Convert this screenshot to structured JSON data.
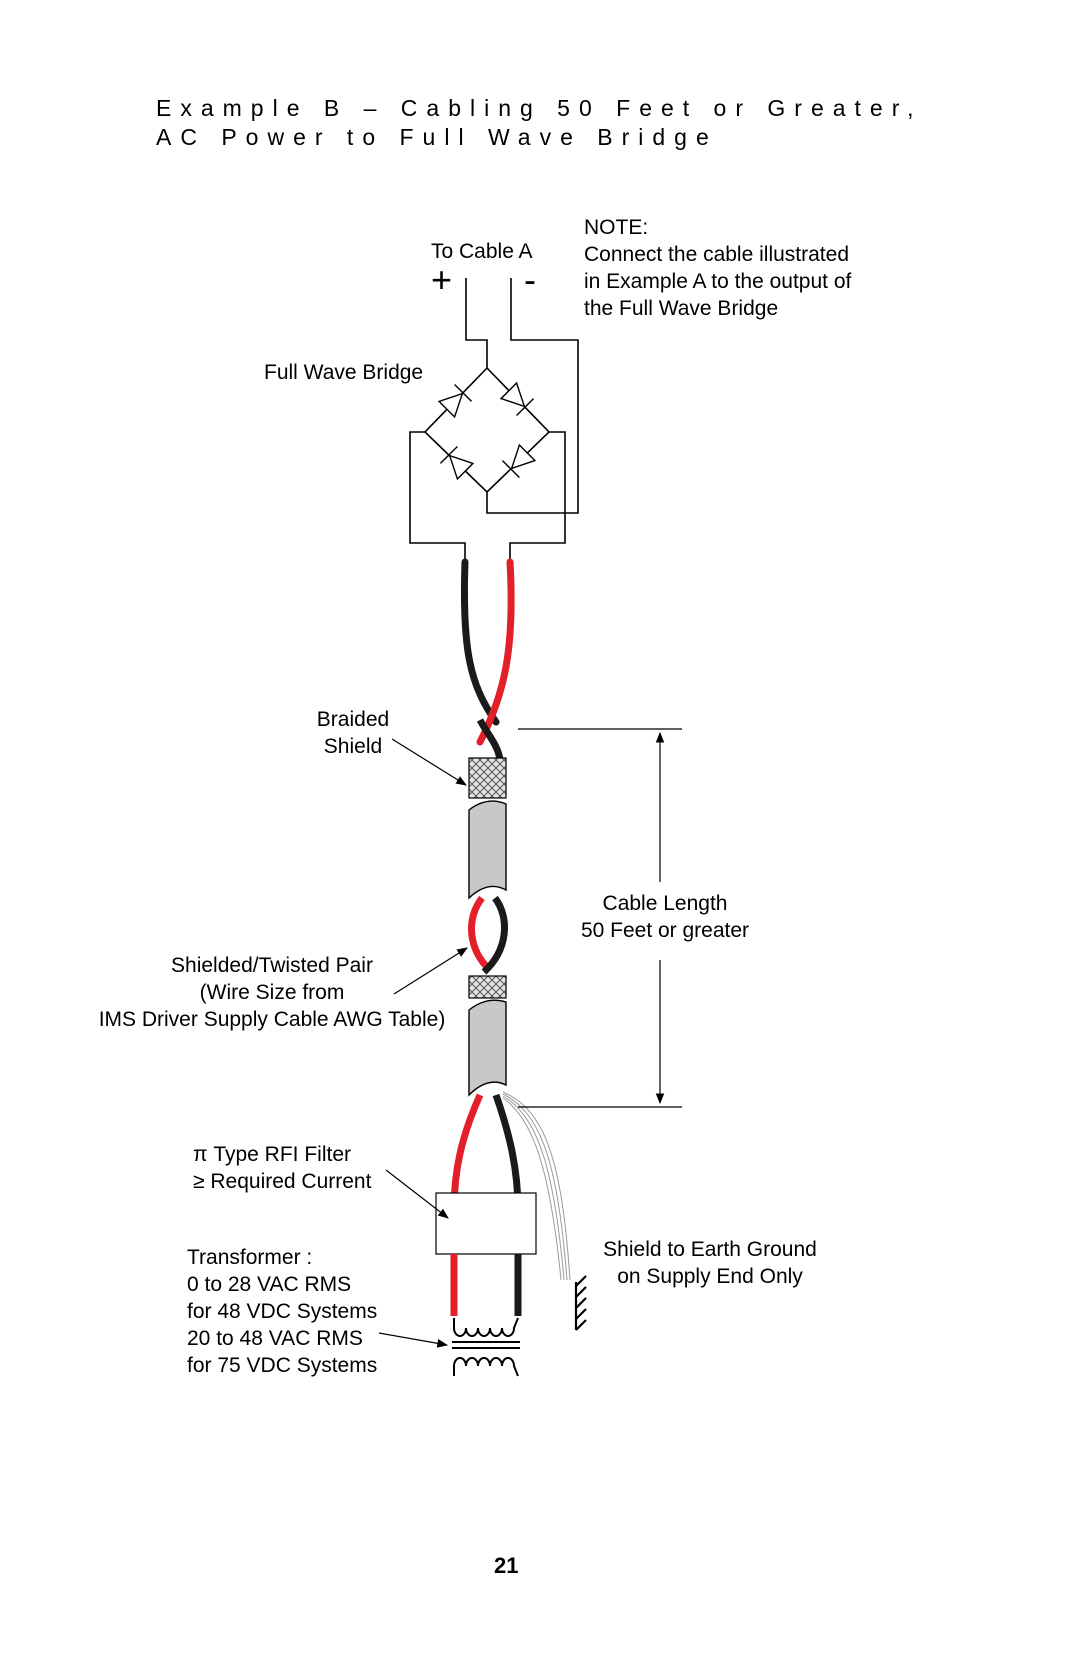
{
  "heading": {
    "line1": "Example B – Cabling 50 Feet or Greater,",
    "line2": "AC Power to Full Wave Bridge"
  },
  "labels": {
    "to_cable_a": "To Cable A",
    "plus": "+",
    "minus": "-",
    "note_title": "NOTE:",
    "note_lines": [
      "Connect the cable illustrated",
      "in Example A to the output of",
      "the Full Wave Bridge"
    ],
    "full_wave_bridge": "Full Wave Bridge",
    "braided_shield": [
      "Braided",
      "Shield"
    ],
    "cable_length": [
      "Cable Length",
      "50 Feet or greater"
    ],
    "twisted_pair": [
      "Shielded/Twisted Pair",
      "(Wire Size from",
      "IMS Driver Supply Cable AWG Table)"
    ],
    "rfi_filter": [
      "π Type RFI Filter",
      "≥ Required Current"
    ],
    "transformer": [
      "Transformer :",
      "0 to 28 VAC RMS",
      "for 48 VDC Systems",
      "20 to 48 VAC RMS",
      "for 75 VDC Systems"
    ],
    "shield_ground": [
      "Shield to Earth Ground",
      "on Supply End Only"
    ]
  },
  "colors": {
    "red_wire": "#e3202a",
    "black_wire": "#1a1a1a",
    "shield_gray": "#c8c8c8"
  },
  "page_number": "21"
}
